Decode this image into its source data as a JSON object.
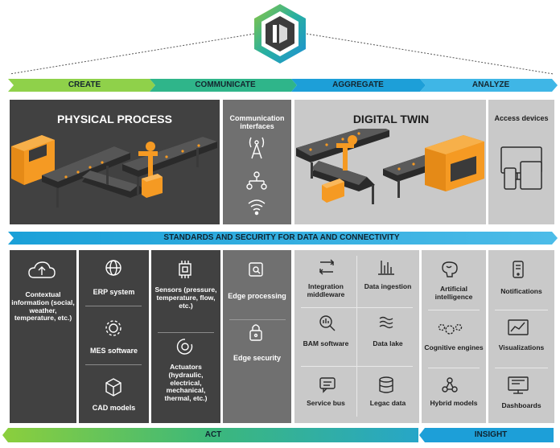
{
  "stages": [
    "CREATE",
    "COMMUNICATE",
    "AGGREGATE",
    "ANALYZE"
  ],
  "physical_process": {
    "title": "PHYSICAL PROCESS"
  },
  "communication": {
    "title": "Communication interfaces"
  },
  "digital_twin": {
    "title": "DIGITAL TWIN"
  },
  "access_devices": {
    "title": "Access devices"
  },
  "standards_banner": "STANDARDS AND SECURITY FOR DATA AND CONNECTIVITY",
  "components": {
    "contextual": "Contextual information (social, weather, temperature, etc.)",
    "erp": "ERP system",
    "mes": "MES software",
    "cad": "CAD models",
    "sensors": "Sensors (pressure, temperature, flow, etc.)",
    "actuators": "Actuators (hydraulic, electrical, mechanical, thermal, etc.)",
    "edge_processing": "Edge processing",
    "edge_security": "Edge security",
    "integration": "Integration middleware",
    "ingestion": "Data ingestion",
    "bam": "BAM software",
    "lake": "Data lake",
    "bus": "Service bus",
    "legacy": "Legac data",
    "ai": "Artificial intelligence",
    "cognitive": "Cognitive engines",
    "hybrid": "Hybrid models",
    "notifications": "Notifications",
    "visualizations": "Visualizations",
    "dashboards": "Dashboards"
  },
  "bottom": {
    "act": "ACT",
    "insight": "INSIGHT"
  },
  "colors": {
    "dark_panel": "#414141",
    "mid_panel": "#707070",
    "light_panel": "#c9c9c9",
    "arrow_green": "#32b25c",
    "arrow_blue": "#1d9bd6",
    "machine_orange": "#f59a23"
  }
}
